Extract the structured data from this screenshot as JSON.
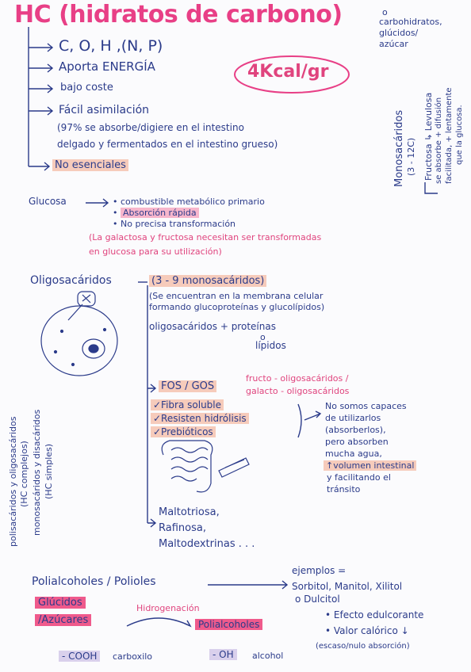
{
  "header": {
    "title": "HC (hidratos de carbono)",
    "synonyms": [
      "o",
      "carbohidratos,",
      "glúcidos/",
      "azúcar"
    ],
    "energy_badge": "4Kcal/gr"
  },
  "composition": [
    "C, O, H ,(N, P)",
    "Aporta ENERGÍA",
    "bajo coste",
    "Fácil asimilación"
  ],
  "absorption_note": [
    "(97% se absorbe/digiere en el intestino",
    "delgado y fermentados en el intestino grueso)"
  ],
  "not_essential": "No esenciales",
  "monosacaridos": {
    "label": "Monosacáridos",
    "range": "(3 - 12C)",
    "note": [
      "Fructosa ↳ Levulosa",
      "se absorbe + difusión",
      "facilitada, + lentamente",
      "que la glucosa."
    ]
  },
  "glucose": {
    "label": "Glucosa",
    "points": [
      "combustible metabólico primario",
      "Absorción rápida",
      "No precisa transformación"
    ],
    "note": [
      "(La galactosa y fructosa necesitan ser transformadas",
      "en glucosa para su utilización)"
    ]
  },
  "oligosacaridos": {
    "label": "Oligosacáridos",
    "range": "(3 - 9 monosacáridos)",
    "membrane_note": [
      "(Se encuentran en la membrana celular",
      "formando glucoproteínas y glucolípidos)"
    ],
    "combo": [
      "oligosacáridos + proteínas",
      "o",
      "lípidos"
    ],
    "fos_gos": "FOS / GOS",
    "fos_gos_note": [
      "fructo - oligosacáridos /",
      "galacto - oligosacáridos"
    ],
    "properties": [
      "✓Fibra soluble",
      "✓Resisten hidrólisis",
      "✓Prebióticos"
    ],
    "effects": [
      "No somos capaces",
      "de utilizarlos",
      "(absorberlos),",
      "pero absorben",
      "mucha agua,",
      "↑volumen intestinal",
      "y facilitando el",
      "tránsito"
    ],
    "examples": [
      "Maltotriosa,",
      "Rafinosa,",
      "Maltodextrinas . . ."
    ]
  },
  "side_vertical": [
    "polisacáridos y oligosacáridos",
    "(HC complejos)",
    "monosacáridos y disacáridos",
    "(HC simples)"
  ],
  "polialcoholes": {
    "label": "Polialcoholes / Polioles",
    "examples_label": "ejemplos =",
    "examples": [
      "Sorbitol, Manitol, Xilitol",
      "o Dulcitol"
    ],
    "glucidos": [
      "Glúcidos",
      "/Azúcares"
    ],
    "process": "Hidrogenación",
    "result": "Polialcoholes",
    "effects": [
      "Efecto edulcorante",
      "Valor calórico ↓",
      "(escaso/nulo absorción)"
    ],
    "cooh": "- COOH",
    "cooh_label": "carboxilo",
    "oh": "- OH",
    "oh_label": "alcohol"
  },
  "chart_data": null
}
